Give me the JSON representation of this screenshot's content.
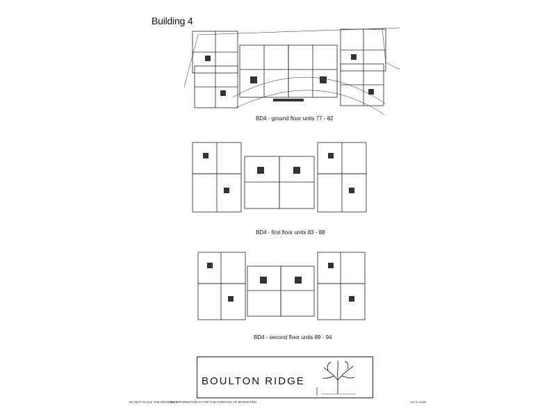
{
  "document": {
    "title": "Building 4",
    "floors": [
      {
        "caption": "BD4 - ground floor units 77 - 82"
      },
      {
        "caption": "BD4 - first floor units 83 - 88"
      },
      {
        "caption": "BD4 - second floor units 89 - 94"
      }
    ],
    "brand": "BOULTON RIDGE",
    "footer": {
      "left": "DO NOT SCALE THE DRAWINGS",
      "middle": "ALL INFORMATION IS FOR THE PURPOSE OF MARKETING",
      "right": "not to scale"
    }
  }
}
